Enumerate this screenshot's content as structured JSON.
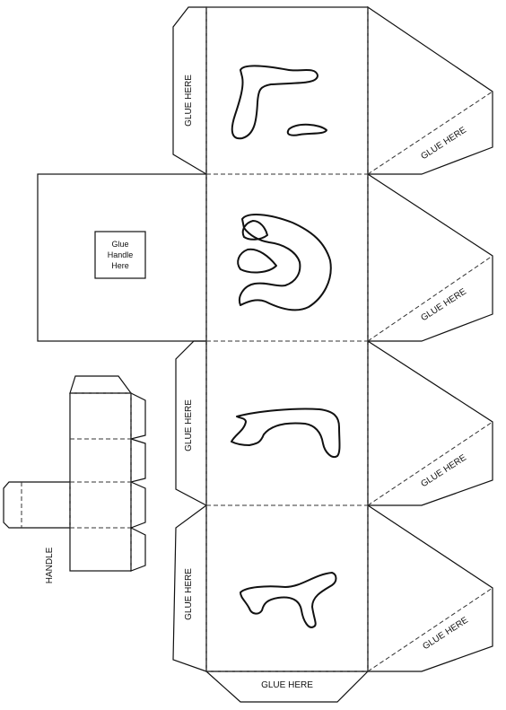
{
  "labels": {
    "glue_here": "GLUE HERE",
    "handle": "HANDLE",
    "glue_handle_line1": "Glue",
    "glue_handle_line2": "Handle",
    "glue_handle_line3": "Here"
  },
  "colors": {
    "line": "#111111",
    "paper": "#ffffff"
  },
  "letters": [
    "hey-letter",
    "shin-letter",
    "gimel-letter",
    "nun-letter"
  ]
}
